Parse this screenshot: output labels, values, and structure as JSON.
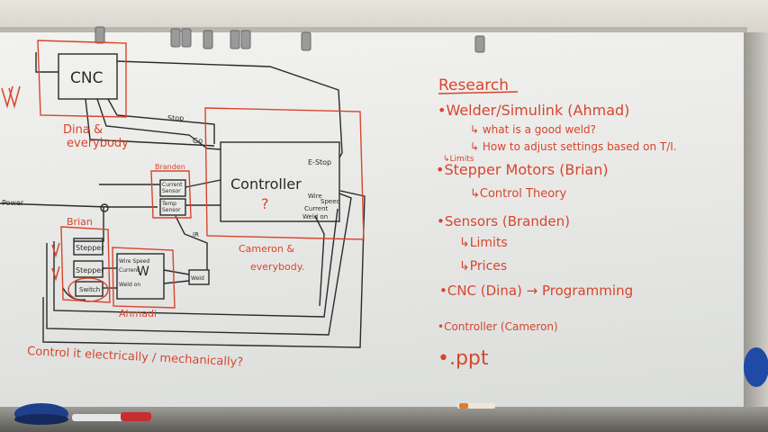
{
  "colors": {
    "board": "#eceeec",
    "red_marker": "#d8452c",
    "black_marker": "#2a2a2a"
  },
  "diagram": {
    "cnc": "CNC",
    "dina_everybody_1": "Dina &",
    "dina_everybody_2": "everybody",
    "stop": "Stop",
    "go": "Go",
    "controller": "Controller",
    "question": "?",
    "estop": "E-Stop",
    "weld_speed_1": "Wire",
    "weld_speed_2": "Speed",
    "current": "Current",
    "weld_on": "Weld on",
    "cameron_everybody_1": "Cameron &",
    "cameron_everybody_2": "everybody.",
    "branden": "Branden",
    "current_sensor_1": "Current",
    "current_sensor_2": "Sensor",
    "temp_sensor_1": "Temp",
    "temp_sensor_2": "Sensor",
    "ir": "IR",
    "power": "Power",
    "brian": "Brian",
    "stepper_1": "Stepper",
    "stepper_2": "Stepper",
    "switch": "Switch",
    "welder_speed": "Wire Speed",
    "welder_current": "Current",
    "welder_w": "W",
    "welder_weld_on": "Weld on",
    "weld_box": "Weld",
    "ahmadi": "Ahmadi",
    "control_question": "Control it electrically / mechanically?"
  },
  "research": {
    "title": "Research",
    "items": [
      "•Welder/Simulink (Ahmad)",
      "↳ what is a good weld?",
      "↳ How to adjust settings based on T/I.",
      "↳Limits",
      "•Stepper Motors (Brian)",
      "↳Control Theory",
      "•Sensors (Branden)",
      "↳Limits",
      "↳Prices",
      "•CNC (Dina) → Programming",
      "•Controller (Cameron)",
      "•.ppt"
    ]
  }
}
